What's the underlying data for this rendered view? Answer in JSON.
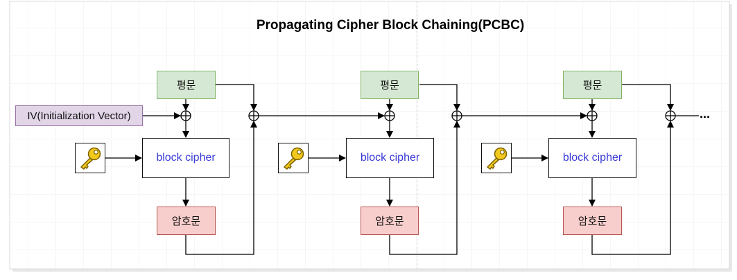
{
  "title": "Propagating Cipher Block Chaining(PCBC)",
  "iv_label": "IV(Initialization Vector)",
  "continuation": "...",
  "stages": [
    {
      "plaintext": "평문",
      "block": "block cipher",
      "ciphertext": "암호문"
    },
    {
      "plaintext": "평문",
      "block": "block cipher",
      "ciphertext": "암호문"
    },
    {
      "plaintext": "평문",
      "block": "block cipher",
      "ciphertext": "암호문"
    }
  ]
}
